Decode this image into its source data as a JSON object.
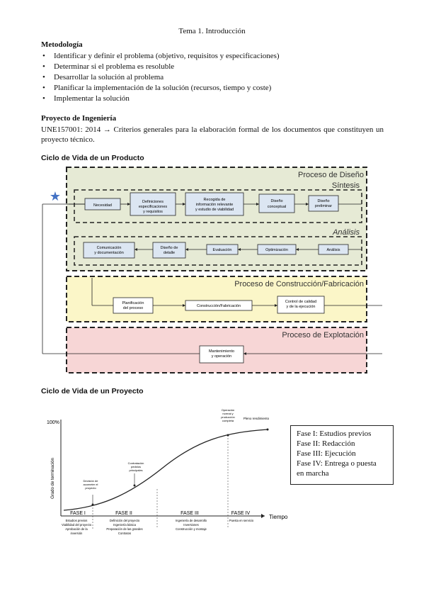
{
  "page_title": "Tema 1. Introducción",
  "metodologia": {
    "heading": "Metodología",
    "items": [
      "Identificar y definir el problema (objetivo, requisitos y especificaciones)",
      "Determinar si el problema es resoluble",
      "Desarrollar la solución al problema",
      "Planificar la implementación de la solución (recursos, tiempo y coste)",
      "Implementar la solución"
    ]
  },
  "proyecto": {
    "heading": "Proyecto de Ingeniería",
    "text": "UNE157001: 2014 → Criterios generales para la elaboración formal de los documentos que constituyen un proyecto técnico."
  },
  "ciclo_producto": {
    "heading": "Ciclo de Vida de un Producto",
    "diseno_label": "Proceso de Diseño",
    "sintesis_label": "Síntesis",
    "analisis_label": "Análisis",
    "sintesis_steps": [
      "Necesidad",
      "Definiciones especificaciones y requisitos",
      "Recogida de información relevante y estudio de viabilidad",
      "Diseño conceptual",
      "Diseño preliminar"
    ],
    "analisis_steps": [
      "Comunicación y documentación",
      "Diseño de detalle",
      "Evaluación",
      "Optimización",
      "Análisis"
    ],
    "construccion_label": "Proceso de Construcción/Fabricación",
    "construccion_steps": [
      "Planificación del proceso",
      "Construcción/Fabricación",
      "Control de calidad y de la ejecución"
    ],
    "explotacion_label": "Proceso de Explotación",
    "explotacion_steps": [
      "Mantenimiento y operación"
    ],
    "colors": {
      "diseno": "#e6ead5",
      "construccion": "#fbf6c8",
      "explotacion": "#f7d6d6",
      "box": "#dce6f2",
      "star": "#4472c4"
    }
  },
  "ciclo_proyecto": {
    "heading": "Ciclo de Vida de un Proyecto",
    "y_label": "Grado de terminación",
    "y_top": "100%",
    "x_label": "Tiempo",
    "phases": [
      "FASE I",
      "FASE II",
      "FASE III",
      "FASE IV"
    ],
    "phase_notes": [
      [
        "Estudios previos",
        "Viabilidad del proyecto",
        "Aprobación de la",
        "inversión"
      ],
      [
        "Definición del proyecto",
        "Ingeniería básica",
        "Preparación de las grandes",
        "Contratos"
      ],
      [
        "Ingeniería de desarrollo",
        "Inversiones",
        "Construcción y montaje"
      ],
      [
        "Puesta en servicio"
      ]
    ],
    "curve_notes": [
      "Decisión de acometer el proyecto",
      "Contratación y pedidos principales",
      "Operación normal y producción completa",
      "Pleno rendimiento"
    ],
    "legend": [
      "Fase I: Estudios previos",
      "Fase II: Redacción",
      "Fase III: Ejecución",
      "Fase IV: Entrega o puesta",
      "en marcha"
    ]
  }
}
